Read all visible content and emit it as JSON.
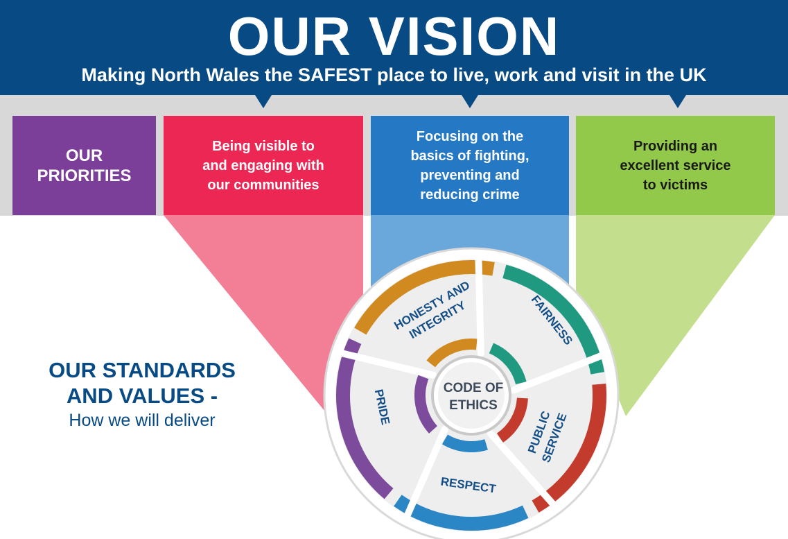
{
  "vision": {
    "title": "OUR VISION",
    "subtitle_before": "Making North Wales the ",
    "subtitle_emphasis": "SAFEST",
    "subtitle_after": " place to live, work and visit in the UK"
  },
  "priorities": {
    "heading": [
      "OUR",
      "PRIORITIES"
    ],
    "items": [
      {
        "lines": [
          "Being visible to",
          "and engaging with",
          "our communities"
        ],
        "color": "#ed2754"
      },
      {
        "lines": [
          "Focusing on the",
          "basics of fighting,",
          "preventing and",
          "reducing crime"
        ],
        "color": "#2478c4"
      },
      {
        "lines": [
          "Providing an",
          "excellent service",
          "to victims"
        ],
        "color": "#92c94b"
      }
    ]
  },
  "standards": {
    "heading_line1": "OUR STANDARDS",
    "heading_line2": "AND VALUES -",
    "subheading": "How we will deliver"
  },
  "code_of_ethics": {
    "center_lines": [
      "CODE OF",
      "ETHICS"
    ],
    "values": [
      {
        "lines": [
          "HONESTY AND",
          "INTEGRITY"
        ],
        "color": "#d08a1f"
      },
      {
        "lines": [
          "FAIRNESS"
        ],
        "color": "#1f9a80"
      },
      {
        "lines": [
          "PUBLIC",
          "SERVICE"
        ],
        "color": "#c23b2c"
      },
      {
        "lines": [
          "RESPECT"
        ],
        "color": "#2b86c5"
      },
      {
        "lines": [
          "PRIDE"
        ],
        "color": "#7d4b9c"
      }
    ]
  },
  "colors": {
    "banner": "#084a84",
    "priorities_box": "#7b3f99",
    "text_dark_blue": "#084a84"
  }
}
